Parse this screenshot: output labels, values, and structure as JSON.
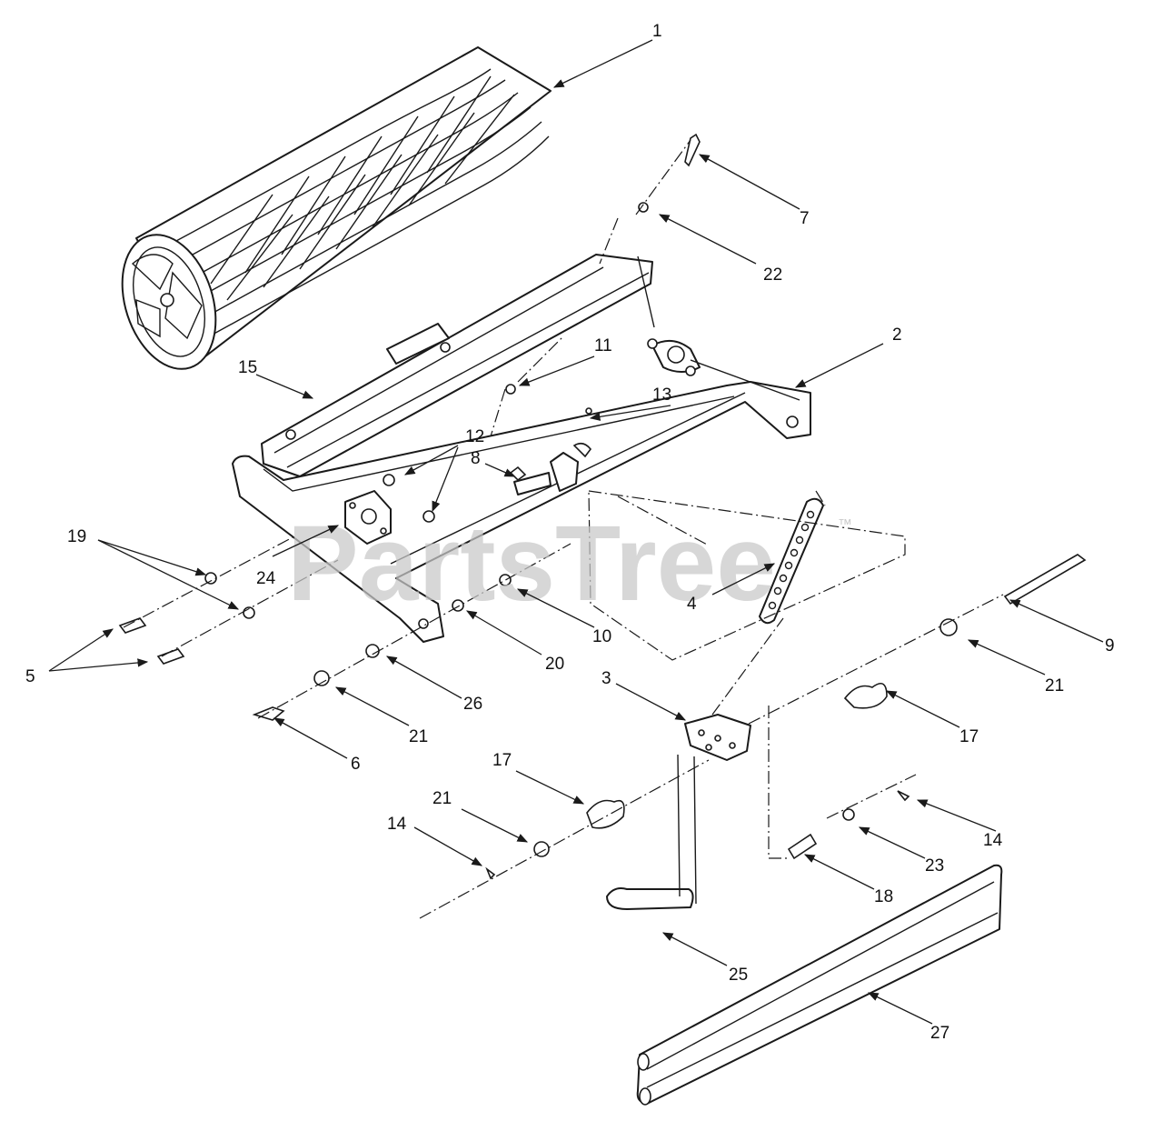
{
  "watermark": {
    "text": "PartsTree",
    "trademark": "™"
  },
  "callouts": {
    "c1": "1",
    "c2": "2",
    "c3": "3",
    "c4": "4",
    "c5": "5",
    "c6": "6",
    "c7": "7",
    "c8": "8",
    "c9": "9",
    "c10": "10",
    "c11": "11",
    "c12": "12",
    "c13": "13",
    "c14a": "14",
    "c14b": "14",
    "c15": "15",
    "c17a": "17",
    "c17b": "17",
    "c18": "18",
    "c19": "19",
    "c20": "20",
    "c21a": "21",
    "c21b": "21",
    "c21c": "21",
    "c22": "22",
    "c23": "23",
    "c24": "24",
    "c25": "25",
    "c26": "26",
    "c27": "27"
  }
}
